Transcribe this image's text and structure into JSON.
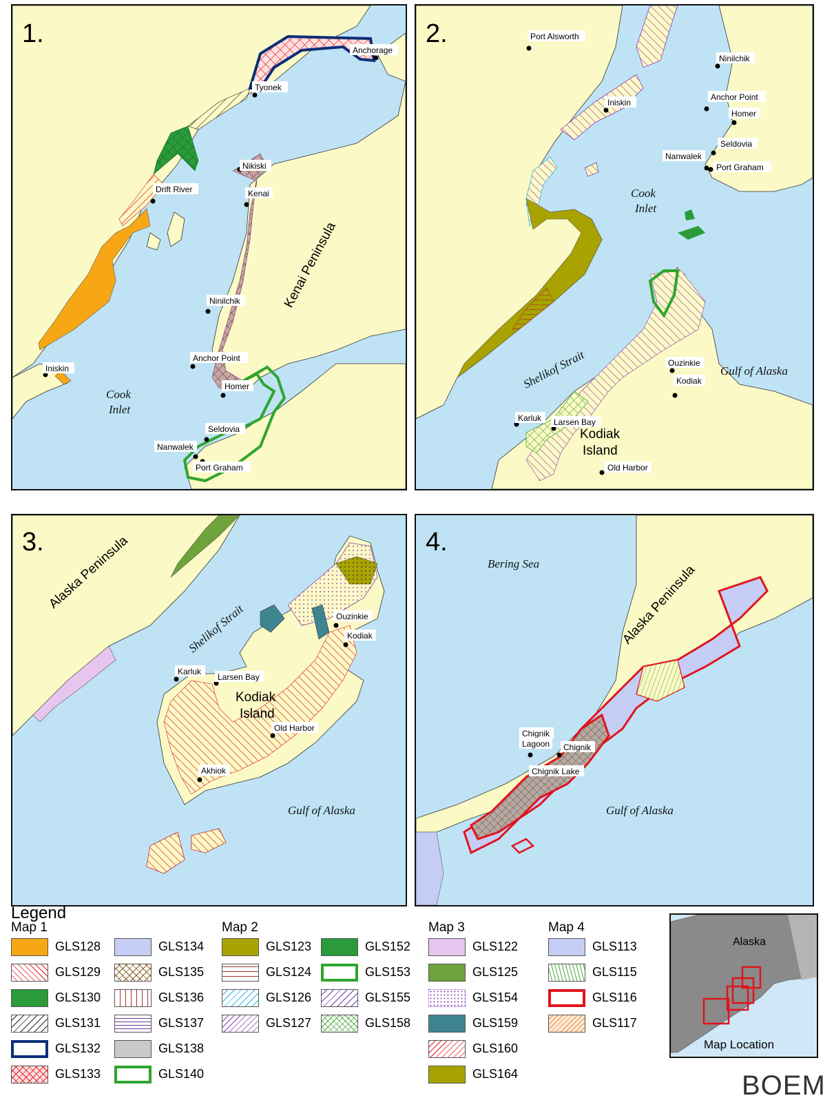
{
  "colors": {
    "water": "#bfe3f5",
    "land": "#fbf9c5",
    "GLS128": "#f7a715",
    "GLS130": "#2a9a3a",
    "GLS132": "#0d2f78",
    "GLS133": "#e8232a",
    "GLS123": "#a8a300",
    "GLS125": "#6ea23a",
    "GLS122": "#e8c5ee",
    "GLS113": "#c5cdf4",
    "GLS116": "#e0141c",
    "GLS159": "#3f8591"
  },
  "maps": [
    {
      "number": "1.",
      "places": [
        "Anchorage",
        "Tyonek",
        "Nikiski",
        "Kenai",
        "Drift River",
        "Ninilchik",
        "Anchor Point",
        "Homer",
        "Seldovia",
        "Nanwalek",
        "Port Graham",
        "Iniskin"
      ],
      "water_labels": [
        "Cook",
        "Inlet"
      ],
      "land_label": "Kenai Peninsula"
    },
    {
      "number": "2.",
      "places": [
        "Port Alsworth",
        "Ninilchik",
        "Iniskin",
        "Anchor Point",
        "Homer",
        "Seldovia",
        "Nanwalek",
        "Port Graham",
        "Ouzinkie",
        "Kodiak",
        "Karluk",
        "Larsen Bay",
        "Old Harbor"
      ],
      "water_labels": [
        "Cook",
        "Inlet",
        "Shelikof Strait",
        "Gulf of Alaska"
      ],
      "island_label": [
        "Kodiak",
        "Island"
      ]
    },
    {
      "number": "3.",
      "places": [
        "Ouzinkie",
        "Kodiak",
        "Karluk",
        "Larsen Bay",
        "Old Harbor",
        "Akhiok"
      ],
      "water_labels": [
        "Shelikof Strait",
        "Gulf of Alaska"
      ],
      "land_label": "Alaska Peninsula",
      "island_label": [
        "Kodiak",
        "Island"
      ]
    },
    {
      "number": "4.",
      "places": [
        "Chignik",
        "Lagoon",
        "Chignik",
        "Chignik Lake"
      ],
      "water_labels": [
        "Bering Sea",
        "Gulf of Alaska"
      ],
      "land_label": "Alaska Peninsula"
    }
  ],
  "legend": {
    "title": "Legend",
    "columns": [
      {
        "title": "Map 1",
        "items": [
          "GLS128",
          "GLS129",
          "GLS130",
          "GLS131",
          "GLS132",
          "GLS133"
        ]
      },
      {
        "title": "",
        "items": [
          "GLS134",
          "GLS135",
          "GLS136",
          "GLS137",
          "GLS138",
          "GLS140"
        ]
      },
      {
        "title": "Map 2",
        "items": [
          "GLS123",
          "GLS124",
          "GLS126",
          "GLS127"
        ]
      },
      {
        "title": "",
        "items": [
          "GLS152",
          "GLS153",
          "GLS155",
          "GLS158"
        ]
      },
      {
        "title": "Map 3",
        "items": [
          "GLS122",
          "GLS125",
          "GLS154",
          "GLS159",
          "GLS160",
          "GLS164"
        ]
      },
      {
        "title": "Map 4",
        "items": [
          "GLS113",
          "GLS115",
          "GLS116",
          "GLS117"
        ]
      }
    ]
  },
  "inset": {
    "region_label": "Alaska",
    "caption": "Map Location"
  },
  "logo": "BOEM"
}
